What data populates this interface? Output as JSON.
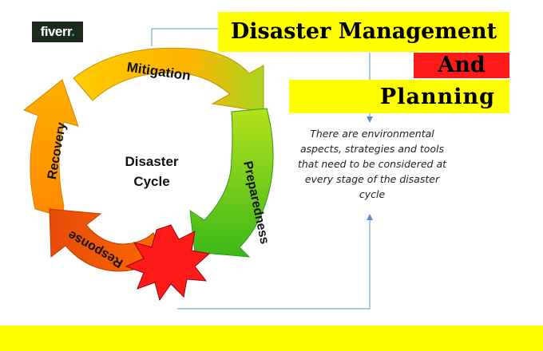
{
  "logo": {
    "text": "fiverr",
    "dot": "."
  },
  "title": {
    "line1": "Disaster Management",
    "line2": "And",
    "line3": "Planning"
  },
  "note": "There are environmental aspects, strategies and tools that need to be considered at every stage of the disaster cycle",
  "cycle": {
    "center_line1": "Disaster",
    "center_line2": "Cycle",
    "stages": [
      "Mitigation",
      "Preparedness",
      "Response",
      "Recovery"
    ]
  },
  "colors": {
    "title_bg": "#ffff00",
    "and_bg": "#ff1a1a",
    "connector": "#5b8fc9",
    "explosion": "#ff1a1a"
  }
}
